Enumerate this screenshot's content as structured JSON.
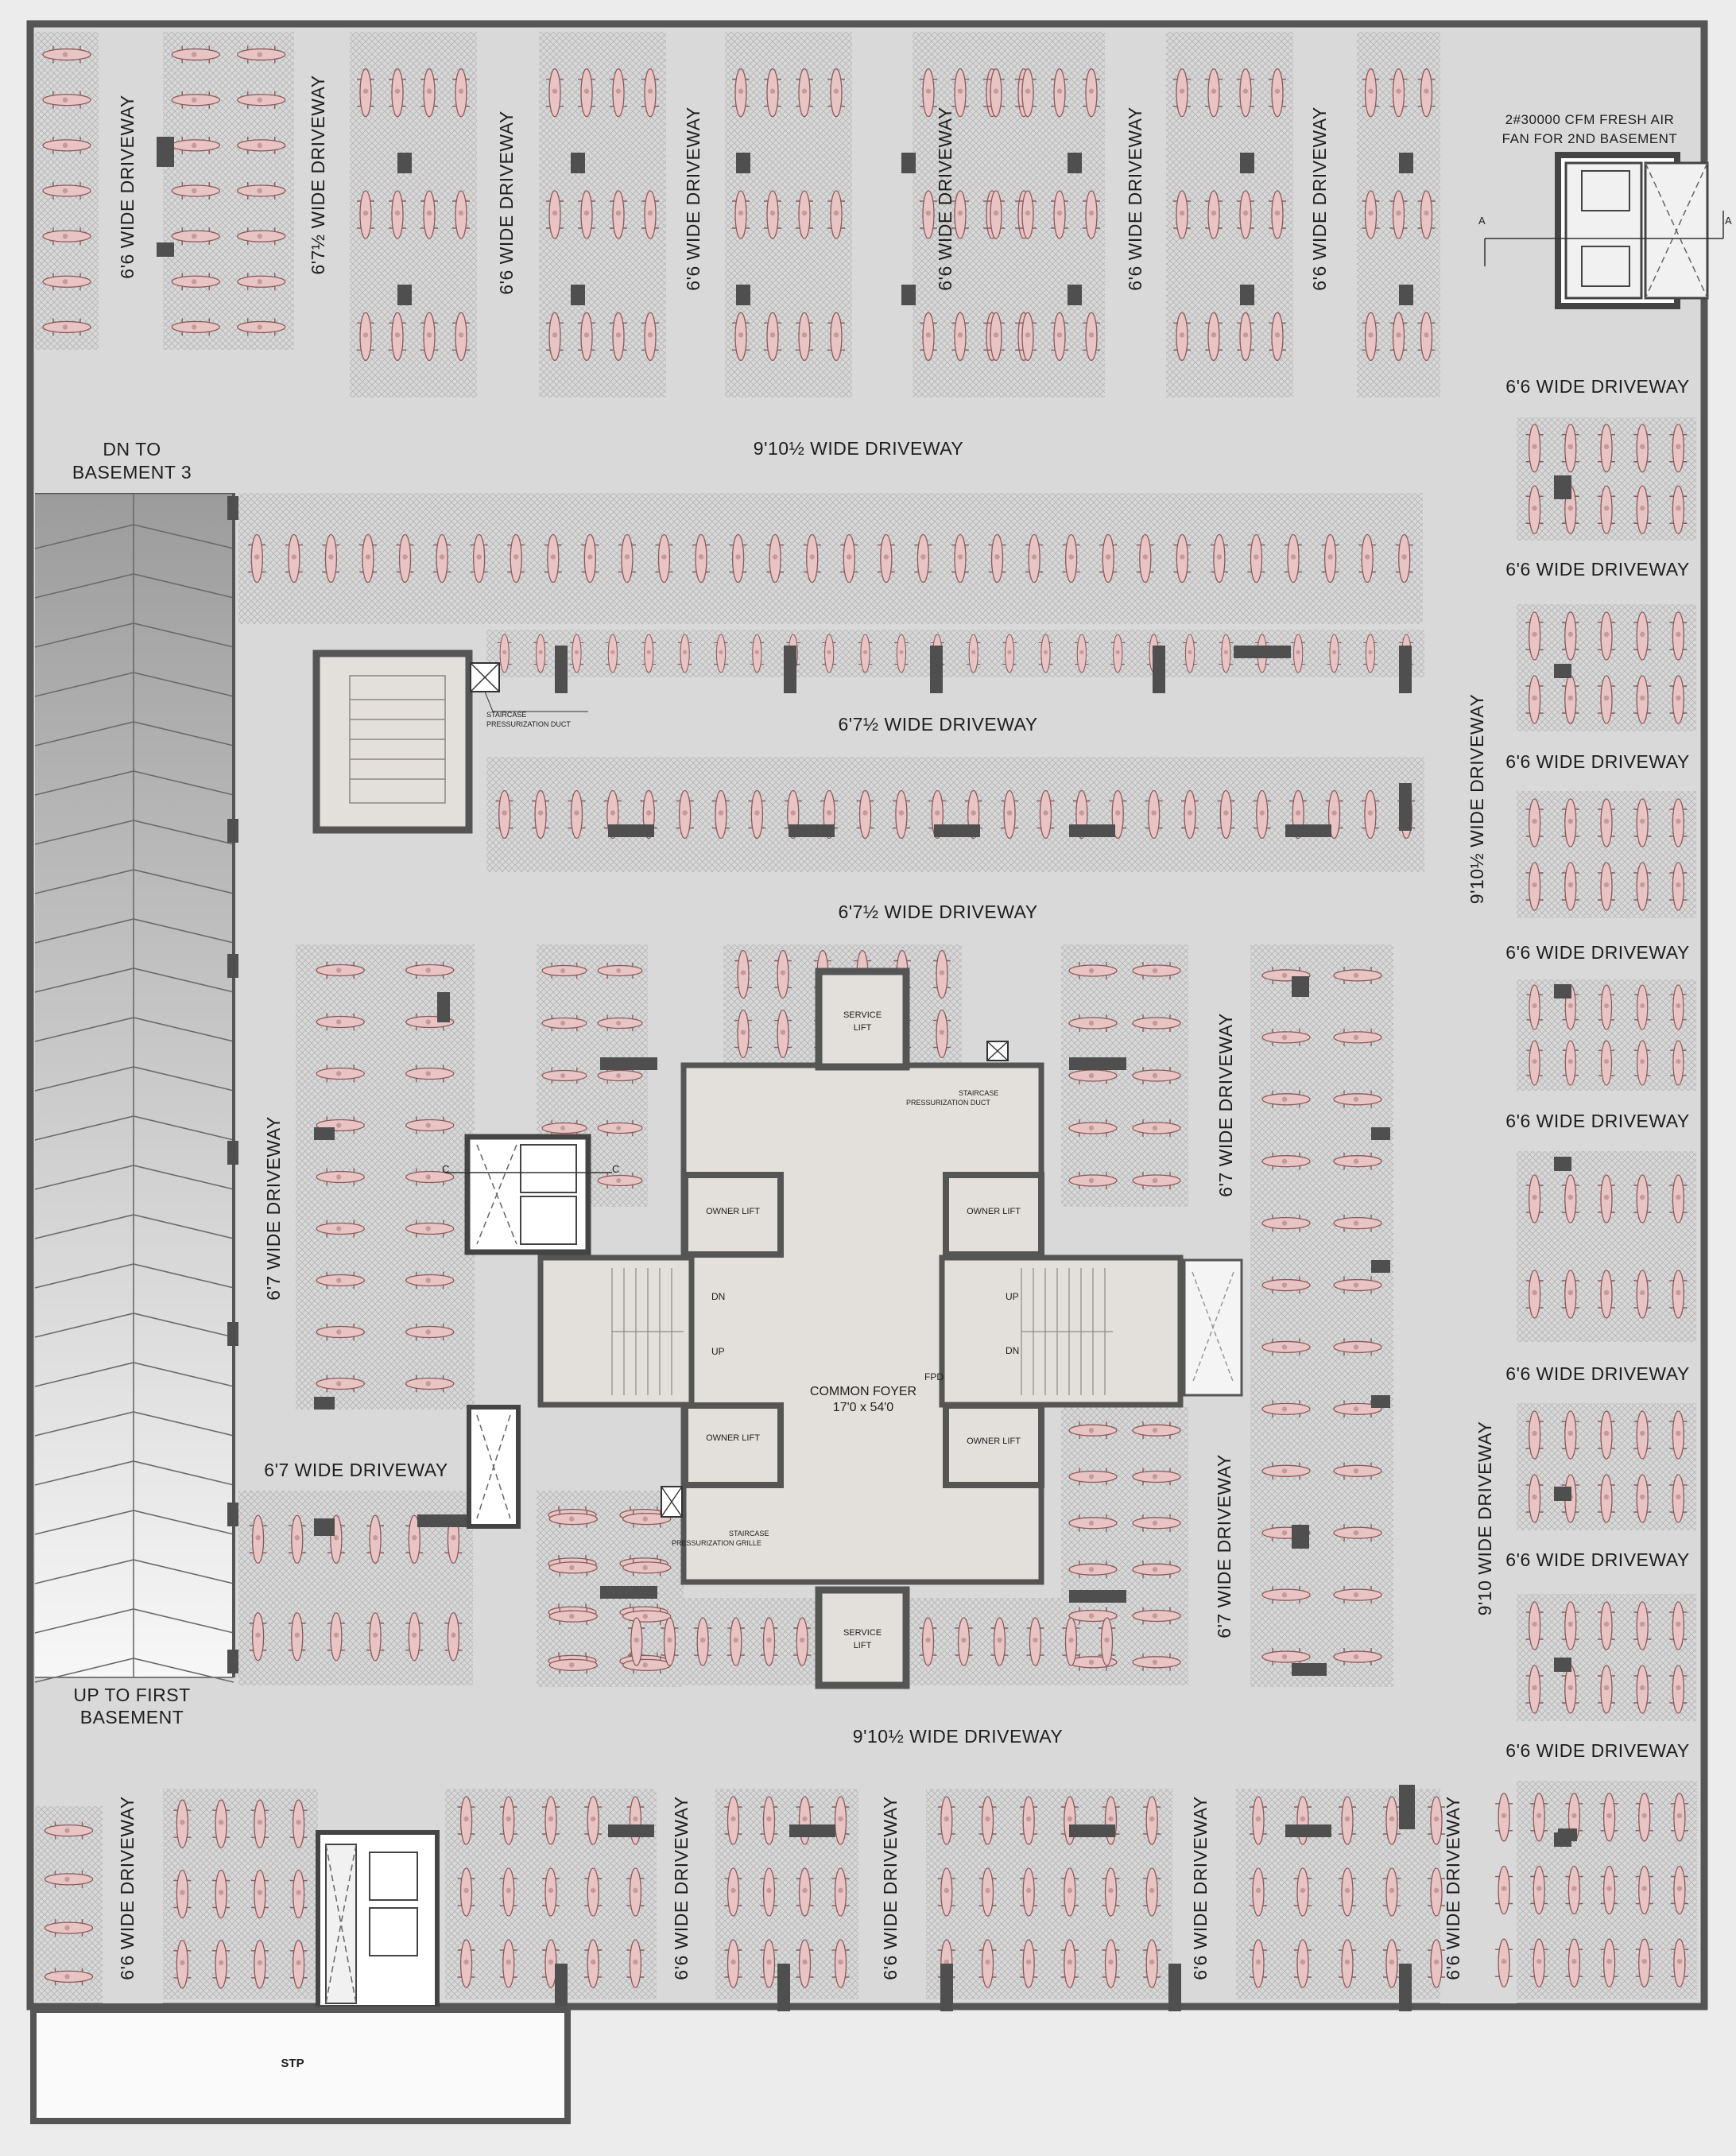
{
  "labels": {
    "dn_to_basement3": [
      "DN TO",
      "BASEMENT 3"
    ],
    "up_to_first_basement": [
      "UP TO FIRST",
      "BASEMENT"
    ],
    "fresh_air_fan": [
      "2#30000 CFM FRESH AIR",
      "FAN FOR 2ND BASEMENT"
    ],
    "section_a": "A",
    "section_c": "C",
    "common_foyer": [
      "COMMON  FOYER",
      "17'0 x 54'0"
    ],
    "service_lift": [
      "SERVICE",
      "LIFT"
    ],
    "owner_lift": "OWNER LIFT",
    "staircase_duct": [
      "STAIRCASE",
      "PRESSURIZATION DUCT"
    ],
    "staircase_grille": [
      "STAIRCASE",
      "PRESSURIZATION GRILLE"
    ],
    "fpd": "FPD",
    "dn": "DN",
    "up": "UP",
    "stp": "STP"
  },
  "driveways": {
    "d6_6": "6'6 WIDE DRIVEWAY",
    "d6_7_half": "6'7½ WIDE DRIVEWAY",
    "d9_10_half": "9'10½ WIDE DRIVEWAY",
    "d6_7": "6'7 WIDE DRIVEWAY",
    "d9_10": "9'10 WIDE DRIVEWAY"
  },
  "colors": {
    "background": "#ececec",
    "floor": "#d9d9d9",
    "wall": "#555555",
    "column": "#4f4f4f",
    "parking_zone": "#d6d6d6",
    "bike": "#e8c4c4",
    "bike_outline": "#8a5a5a",
    "core": "#e3e0dc",
    "ramp": "#9a9a9a"
  }
}
